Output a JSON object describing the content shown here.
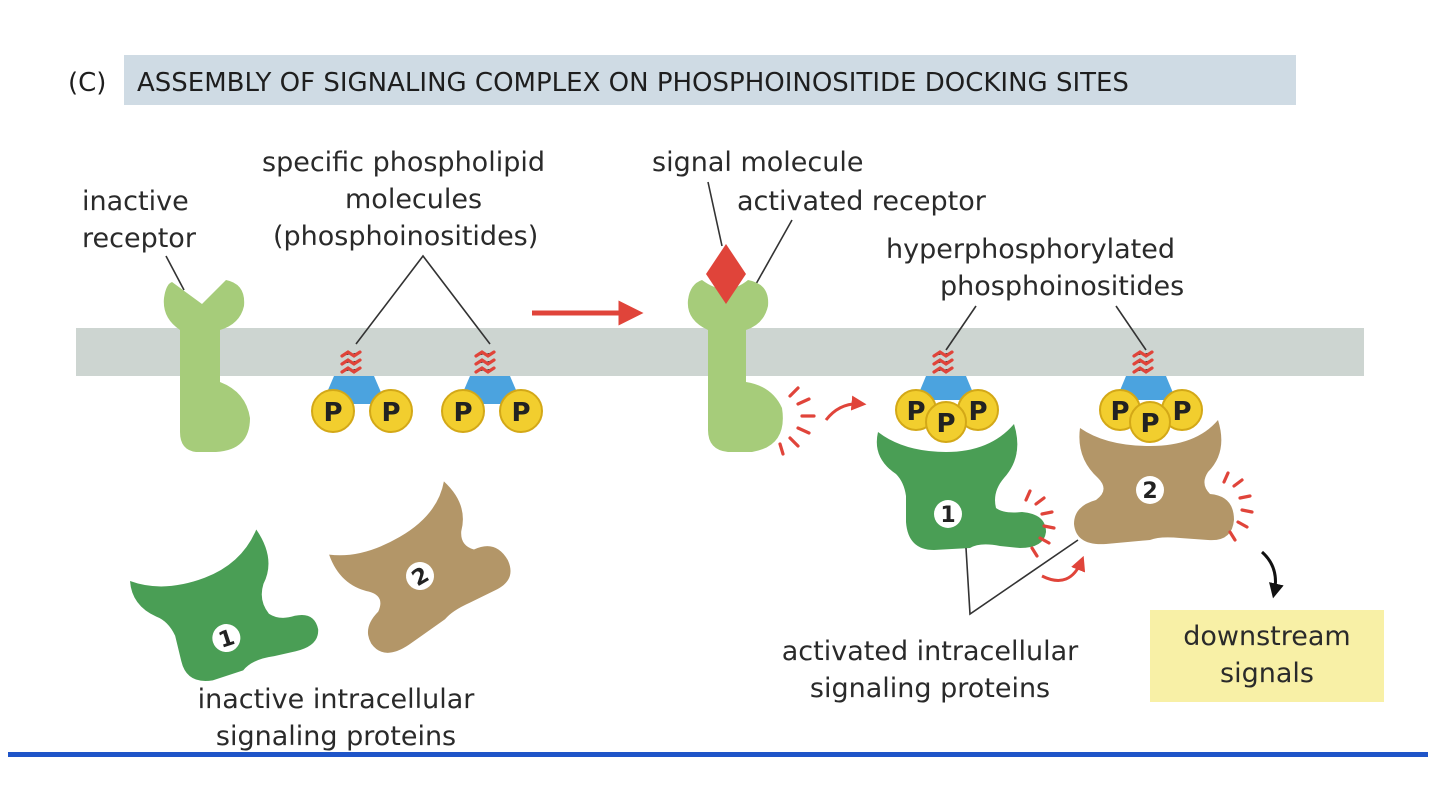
{
  "panel_letter": "(C)",
  "title": "ASSEMBLY OF SIGNALING COMPLEX ON PHOSPHOINOSITIDE DOCKING SITES",
  "labels": {
    "inactive_receptor": [
      "inactive",
      "receptor"
    ],
    "phospholipid": [
      "specific phospholipid",
      "molecules",
      "(phosphoinositides)"
    ],
    "signal_molecule": "signal molecule",
    "activated_receptor": "activated receptor",
    "hyperphosphorylated": [
      "hyperphosphorylated",
      "phosphoinositides"
    ],
    "inactive_proteins": [
      "inactive intracellular",
      "signaling proteins"
    ],
    "activated_proteins": [
      "activated intracellular",
      "signaling proteins"
    ],
    "downstream": [
      "downstream",
      "signals"
    ]
  },
  "phosphate_symbol": "P",
  "protein_numbers": [
    "1",
    "2"
  ],
  "colors": {
    "title_bg": "#cfdbe4",
    "membrane": "#cdd5d1",
    "receptor": "#a6cc7a",
    "protein1": "#4a9e55",
    "protein2": "#b39668",
    "phosphate": "#f2ce2e",
    "headgroup": "#4ba3df",
    "signal": "#e0443a",
    "arrow": "#e0443a",
    "downstream_bg": "#f8f0a6",
    "rule": "#1f55c8"
  }
}
